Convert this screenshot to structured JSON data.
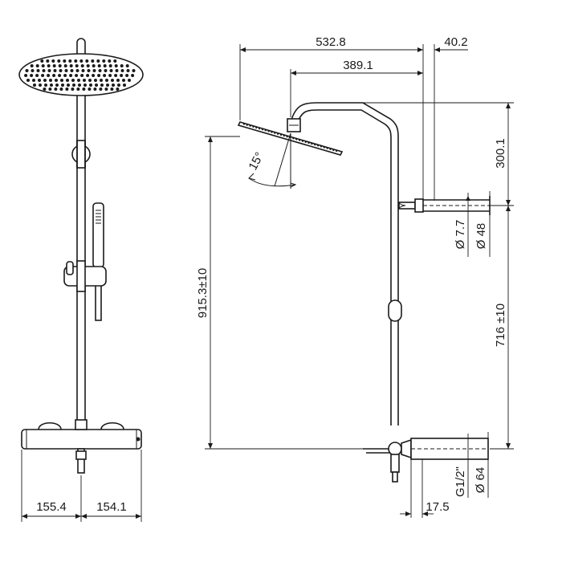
{
  "front_view": {
    "dim_left": "155.4",
    "dim_right": "154.1"
  },
  "side_view": {
    "dim_overall_reach": "532.8",
    "dim_wall_offset": "40.2",
    "dim_arm_reach": "389.1",
    "dim_arm_height": "300.1",
    "dim_pipe_diameter": "Ø 7.7",
    "dim_bracket_diameter": "Ø 48",
    "dim_head_height": "915.3±10",
    "dim_bracket_spacing": "716 ±10",
    "dim_inlet_thread": "G1/2\"",
    "dim_inlet_diameter": "Ø 64",
    "dim_inlet_depth": "17.5",
    "tilt_angle": "15°"
  }
}
